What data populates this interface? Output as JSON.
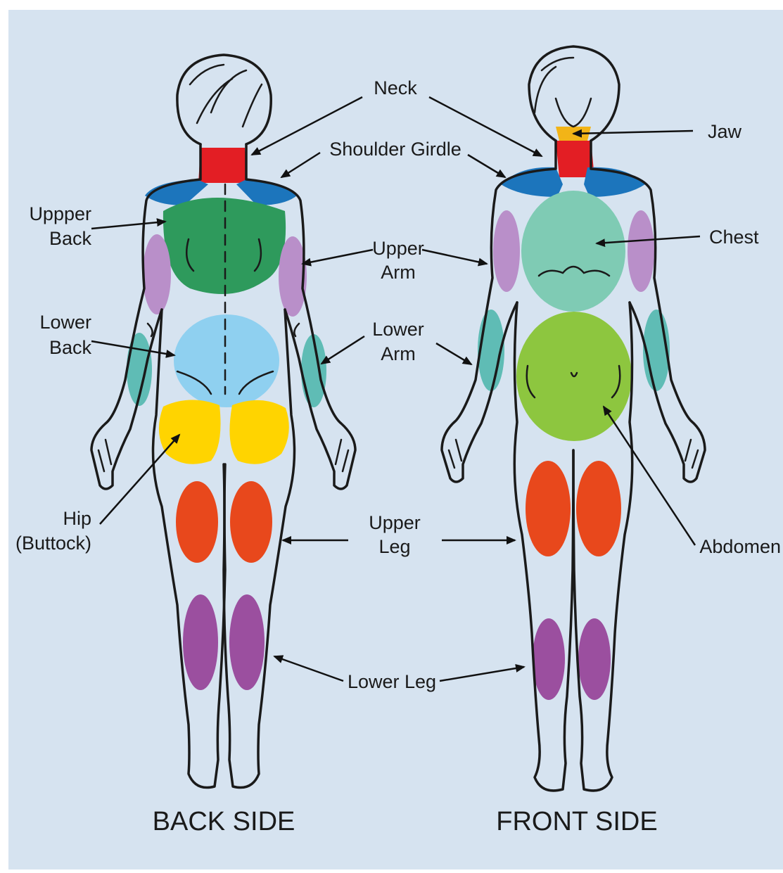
{
  "figure": {
    "titles": {
      "back": "BACK SIDE",
      "front": "FRONT SIDE"
    },
    "labels": {
      "neck": "Neck",
      "jaw": "Jaw",
      "shoulder_girdle": "Shoulder Girdle",
      "upper_back_1": "Uppper",
      "upper_back_2": "Back",
      "chest": "Chest",
      "upper_arm_1": "Upper",
      "upper_arm_2": "Arm",
      "lower_back_1": "Lower",
      "lower_back_2": "Back",
      "lower_arm_1": "Lower",
      "lower_arm_2": "Arm",
      "hip_1": "Hip",
      "hip_2": "(Buttock)",
      "upper_leg_1": "Upper",
      "upper_leg_2": "Leg",
      "abdomen": "Abdomen",
      "lower_leg": "Lower Leg"
    },
    "colors": {
      "background": "#d6e3f0",
      "neck": "#e31e24",
      "jaw": "#f2b417",
      "shoulder": "#1c75bc",
      "upper_back": "#2e9a5c",
      "chest": "#7fcbb4",
      "upper_arm": "#b98fc9",
      "lower_arm": "#5fbcb5",
      "lower_back": "#8fd0f0",
      "abdomen": "#8dc63f",
      "hip": "#ffd400",
      "upper_leg": "#e8481c",
      "lower_leg": "#9b4f9f"
    }
  }
}
